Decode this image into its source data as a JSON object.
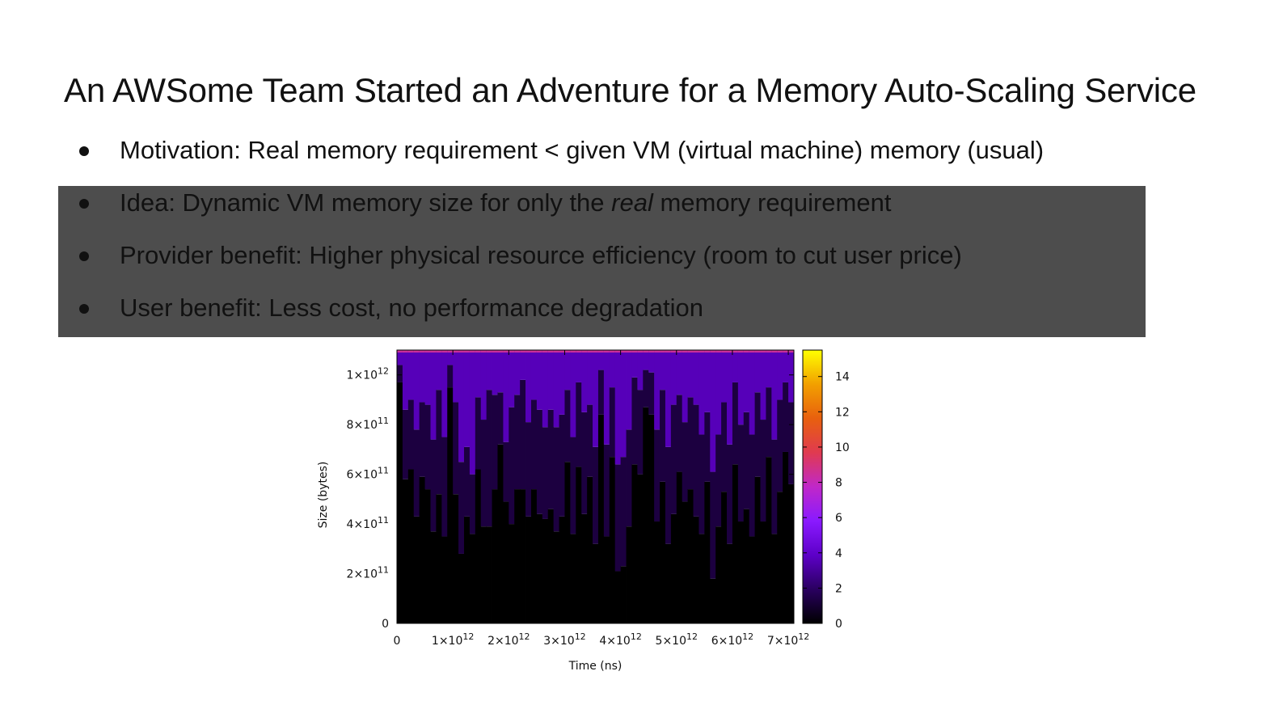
{
  "slide": {
    "title": "An AWSome Team Started an Adventure for a Memory Auto-Scaling Service",
    "bullets": [
      {
        "pre": "Motivation: Real memory requirement < given VM (virtual machine) memory (usual)",
        "em": "",
        "post": ""
      },
      {
        "pre": "Idea: Dynamic VM memory size for only the ",
        "em": "real",
        "post": " memory requirement"
      },
      {
        "pre": "Provider benefit: Higher physical resource efficiency (room to cut user price)",
        "em": "",
        "post": ""
      },
      {
        "pre": "User benefit: Less cost, no performance degradation",
        "em": "",
        "post": ""
      }
    ],
    "highlight_color": "#4d4d4d"
  },
  "chart_data": {
    "type": "heatmap",
    "title": "",
    "xlabel": "Time (ns)",
    "ylabel": "Size (bytes)",
    "xlim": [
      0,
      7100000000000.0
    ],
    "ylim": [
      0,
      1100000000000.0
    ],
    "x_ticks": [
      {
        "value": 0,
        "mantissa": "0",
        "exp": ""
      },
      {
        "value": 1000000000000.0,
        "mantissa": "1×10",
        "exp": "12"
      },
      {
        "value": 2000000000000.0,
        "mantissa": "2×10",
        "exp": "12"
      },
      {
        "value": 3000000000000.0,
        "mantissa": "3×10",
        "exp": "12"
      },
      {
        "value": 4000000000000.0,
        "mantissa": "4×10",
        "exp": "12"
      },
      {
        "value": 5000000000000.0,
        "mantissa": "5×10",
        "exp": "12"
      },
      {
        "value": 6000000000000.0,
        "mantissa": "6×10",
        "exp": "12"
      },
      {
        "value": 7000000000000.0,
        "mantissa": "7×10",
        "exp": "12"
      }
    ],
    "y_ticks": [
      {
        "value": 0,
        "mantissa": "0",
        "exp": ""
      },
      {
        "value": 200000000000.0,
        "mantissa": "2×10",
        "exp": "11"
      },
      {
        "value": 400000000000.0,
        "mantissa": "4×10",
        "exp": "11"
      },
      {
        "value": 600000000000.0,
        "mantissa": "6×10",
        "exp": "11"
      },
      {
        "value": 800000000000.0,
        "mantissa": "8×10",
        "exp": "11"
      },
      {
        "value": 1000000000000.0,
        "mantissa": "1×10",
        "exp": "12"
      }
    ],
    "colorbar": {
      "range": [
        0,
        15.5
      ],
      "ticks": [
        0,
        2,
        4,
        6,
        8,
        10,
        12,
        14
      ],
      "palette": [
        "#000000",
        "#2a0060",
        "#5d00c8",
        "#8a1aff",
        "#c028c8",
        "#e03a50",
        "#e8600e",
        "#f2a000",
        "#ffff00"
      ]
    },
    "column_width": 100000000000.0,
    "columns": [
      {
        "x": 0,
        "b1": 970000000000.0,
        "b2": 1040000000000.0
      },
      {
        "x": 100000000000.0,
        "b1": 580000000000.0,
        "b2": 860000000000.0
      },
      {
        "x": 200000000000.0,
        "b1": 620000000000.0,
        "b2": 900000000000.0
      },
      {
        "x": 300000000000.0,
        "b1": 430000000000.0,
        "b2": 780000000000.0
      },
      {
        "x": 400000000000.0,
        "b1": 590000000000.0,
        "b2": 890000000000.0
      },
      {
        "x": 500000000000.0,
        "b1": 540000000000.0,
        "b2": 880000000000.0
      },
      {
        "x": 600000000000.0,
        "b1": 370000000000.0,
        "b2": 740000000000.0
      },
      {
        "x": 700000000000.0,
        "b1": 520000000000.0,
        "b2": 940000000000.0
      },
      {
        "x": 800000000000.0,
        "b1": 350000000000.0,
        "b2": 750000000000.0
      },
      {
        "x": 900000000000.0,
        "b1": 950000000000.0,
        "b2": 1040000000000.0
      },
      {
        "x": 1000000000000.0,
        "b1": 520000000000.0,
        "b2": 890000000000.0
      },
      {
        "x": 1100000000000.0,
        "b1": 280000000000.0,
        "b2": 650000000000.0
      },
      {
        "x": 1200000000000.0,
        "b1": 430000000000.0,
        "b2": 710000000000.0
      },
      {
        "x": 1300000000000.0,
        "b1": 360000000000.0,
        "b2": 600000000000.0
      },
      {
        "x": 1400000000000.0,
        "b1": 620000000000.0,
        "b2": 910000000000.0
      },
      {
        "x": 1500000000000.0,
        "b1": 390000000000.0,
        "b2": 820000000000.0
      },
      {
        "x": 1600000000000.0,
        "b1": 390000000000.0,
        "b2": 940000000000.0
      },
      {
        "x": 1700000000000.0,
        "b1": 540000000000.0,
        "b2": 920000000000.0
      },
      {
        "x": 1800000000000.0,
        "b1": 720000000000.0,
        "b2": 930000000000.0
      },
      {
        "x": 1900000000000.0,
        "b1": 490000000000.0,
        "b2": 730000000000.0
      },
      {
        "x": 2000000000000.0,
        "b1": 400000000000.0,
        "b2": 870000000000.0
      },
      {
        "x": 2100000000000.0,
        "b1": 540000000000.0,
        "b2": 920000000000.0
      },
      {
        "x": 2200000000000.0,
        "b1": 540000000000.0,
        "b2": 980000000000.0
      },
      {
        "x": 2300000000000.0,
        "b1": 430000000000.0,
        "b2": 810000000000.0
      },
      {
        "x": 2400000000000.0,
        "b1": 540000000000.0,
        "b2": 900000000000.0
      },
      {
        "x": 2500000000000.0,
        "b1": 440000000000.0,
        "b2": 860000000000.0
      },
      {
        "x": 2600000000000.0,
        "b1": 420000000000.0,
        "b2": 790000000000.0
      },
      {
        "x": 2700000000000.0,
        "b1": 460000000000.0,
        "b2": 860000000000.0
      },
      {
        "x": 2800000000000.0,
        "b1": 370000000000.0,
        "b2": 790000000000.0
      },
      {
        "x": 2900000000000.0,
        "b1": 430000000000.0,
        "b2": 840000000000.0
      },
      {
        "x": 3000000000000.0,
        "b1": 650000000000.0,
        "b2": 940000000000.0
      },
      {
        "x": 3100000000000.0,
        "b1": 360000000000.0,
        "b2": 750000000000.0
      },
      {
        "x": 3200000000000.0,
        "b1": 630000000000.0,
        "b2": 970000000000.0
      },
      {
        "x": 3300000000000.0,
        "b1": 440000000000.0,
        "b2": 850000000000.0
      },
      {
        "x": 3400000000000.0,
        "b1": 590000000000.0,
        "b2": 880000000000.0
      },
      {
        "x": 3500000000000.0,
        "b1": 320000000000.0,
        "b2": 710000000000.0
      },
      {
        "x": 3600000000000.0,
        "b1": 840000000000.0,
        "b2": 1020000000000.0
      },
      {
        "x": 3700000000000.0,
        "b1": 350000000000.0,
        "b2": 720000000000.0
      },
      {
        "x": 3800000000000.0,
        "b1": 670000000000.0,
        "b2": 950000000000.0
      },
      {
        "x": 3900000000000.0,
        "b1": 210000000000.0,
        "b2": 640000000000.0
      },
      {
        "x": 4000000000000.0,
        "b1": 230000000000.0,
        "b2": 670000000000.0
      },
      {
        "x": 4100000000000.0,
        "b1": 390000000000.0,
        "b2": 780000000000.0
      },
      {
        "x": 4200000000000.0,
        "b1": 640000000000.0,
        "b2": 990000000000.0
      },
      {
        "x": 4300000000000.0,
        "b1": 600000000000.0,
        "b2": 940000000000.0
      },
      {
        "x": 4400000000000.0,
        "b1": 870000000000.0,
        "b2": 1020000000000.0
      },
      {
        "x": 4500000000000.0,
        "b1": 840000000000.0,
        "b2": 1010000000000.0
      },
      {
        "x": 4600000000000.0,
        "b1": 410000000000.0,
        "b2": 780000000000.0
      },
      {
        "x": 4700000000000.0,
        "b1": 570000000000.0,
        "b2": 940000000000.0
      },
      {
        "x": 4800000000000.0,
        "b1": 320000000000.0,
        "b2": 710000000000.0
      },
      {
        "x": 4900000000000.0,
        "b1": 440000000000.0,
        "b2": 880000000000.0
      },
      {
        "x": 5000000000000.0,
        "b1": 610000000000.0,
        "b2": 920000000000.0
      },
      {
        "x": 5100000000000.0,
        "b1": 490000000000.0,
        "b2": 810000000000.0
      },
      {
        "x": 5200000000000.0,
        "b1": 540000000000.0,
        "b2": 910000000000.0
      },
      {
        "x": 5300000000000.0,
        "b1": 430000000000.0,
        "b2": 880000000000.0
      },
      {
        "x": 5400000000000.0,
        "b1": 360000000000.0,
        "b2": 760000000000.0
      },
      {
        "x": 5500000000000.0,
        "b1": 570000000000.0,
        "b2": 850000000000.0
      },
      {
        "x": 5600000000000.0,
        "b1": 180000000000.0,
        "b2": 610000000000.0
      },
      {
        "x": 5700000000000.0,
        "b1": 390000000000.0,
        "b2": 760000000000.0
      },
      {
        "x": 5800000000000.0,
        "b1": 530000000000.0,
        "b2": 890000000000.0
      },
      {
        "x": 5900000000000.0,
        "b1": 320000000000.0,
        "b2": 720000000000.0
      },
      {
        "x": 6000000000000.0,
        "b1": 640000000000.0,
        "b2": 970000000000.0
      },
      {
        "x": 6100000000000.0,
        "b1": 410000000000.0,
        "b2": 800000000000.0
      },
      {
        "x": 6200000000000.0,
        "b1": 460000000000.0,
        "b2": 850000000000.0
      },
      {
        "x": 6300000000000.0,
        "b1": 350000000000.0,
        "b2": 760000000000.0
      },
      {
        "x": 6400000000000.0,
        "b1": 590000000000.0,
        "b2": 930000000000.0
      },
      {
        "x": 6500000000000.0,
        "b1": 410000000000.0,
        "b2": 820000000000.0
      },
      {
        "x": 6600000000000.0,
        "b1": 670000000000.0,
        "b2": 950000000000.0
      },
      {
        "x": 6700000000000.0,
        "b1": 360000000000.0,
        "b2": 740000000000.0
      },
      {
        "x": 6800000000000.0,
        "b1": 530000000000.0,
        "b2": 900000000000.0
      },
      {
        "x": 6900000000000.0,
        "b1": 690000000000.0,
        "b2": 970000000000.0
      },
      {
        "x": 7000000000000.0,
        "b1": 560000000000.0,
        "b2": 890000000000.0
      }
    ]
  }
}
